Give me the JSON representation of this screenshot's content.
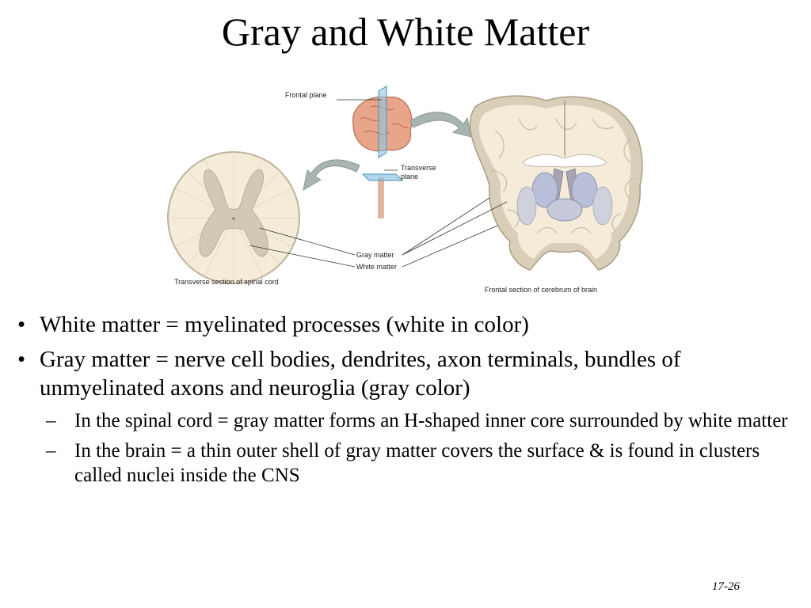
{
  "slide": {
    "title": "Gray and White Matter",
    "page_number": "17-26"
  },
  "figure": {
    "labels": {
      "frontal_plane": "Frontal plane",
      "transverse_plane_1": "Transverse",
      "transverse_plane_2": "plane",
      "gray_matter": "Gray matter",
      "white_matter": "White matter",
      "spinal_caption": "Transverse section of spinal cord",
      "brain_caption": "Frontal section of cerebrum of brain"
    },
    "colors": {
      "white_matter": "#f4ecd9",
      "gray_matter": "#d3c8b4",
      "brain_pink": "#e9a58a",
      "plane_blue": "#8ec6e3",
      "ventricle": "#b9bfd8",
      "arrow": "#a8b4b2"
    }
  },
  "bullets": [
    {
      "level": 1,
      "text": "White matter = myelinated processes (white in color)"
    },
    {
      "level": 1,
      "text": "Gray matter = nerve cell bodies, dendrites, axon terminals, bundles of unmyelinated axons and neuroglia (gray color)"
    },
    {
      "level": 2,
      "text": "In the spinal cord = gray matter forms an H-shaped inner core surrounded by white matter"
    },
    {
      "level": 2,
      "text": "In the brain =  a thin outer shell of gray matter covers the surface & is found in clusters called nuclei inside the CNS"
    }
  ]
}
